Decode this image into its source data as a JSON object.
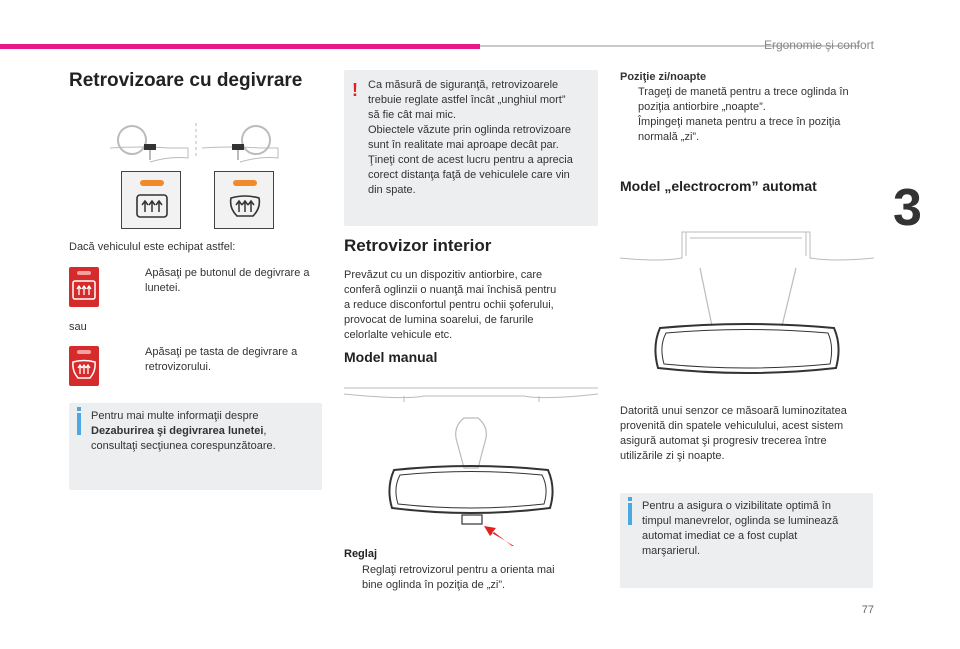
{
  "header": {
    "section_title": "Ergonomie şi confort",
    "chapter_number": "3",
    "page_number": "77"
  },
  "colors": {
    "accent": "#e8178a",
    "warning": "#e32020",
    "info": "#4ba8e0",
    "icon_red": "#d52b2b"
  },
  "left": {
    "title": "Retrovizoare cu degivrare",
    "intro": "Dacă vehiculul este echipat astfel:",
    "bullet_char": "",
    "item1": "Apăsaţi pe butonul de degivrare a lunetei.",
    "or": "sau",
    "item2": "Apăsaţi pe tasta de degivrare a retrovizorului.",
    "note_line1": "Pentru mai multe informaţii despre",
    "note_bold": "Dezaburirea şi degivrarea lunetei",
    "note_comma": ",",
    "note_line3": "consultaţi secţiunea corespunzătoare."
  },
  "middle": {
    "warning_lines": [
      "Ca măsură de siguranţă, retrovizoarele",
      "trebuie reglate astfel încât „unghiul mort”",
      "să fie cât mai mic.",
      "Obiectele văzute prin oglinda retrovizoare",
      "sunt în realitate mai aproape decât par.",
      "Ţineţi cont de acest lucru pentru a aprecia",
      "corect distanţa faţă de vehiculele care vin",
      "din spate."
    ],
    "title": "Retrovizor interior",
    "desc_lines": [
      "Prevăzut cu un dispozitiv antiorbire, care",
      "conferă oglinzii o nuanţă mai închisă pentru",
      "a reduce disconfortul pentru ochii şoferului,",
      "provocat de lumina soarelui, de farurile",
      "celorlalte vehicule etc."
    ],
    "manual_title": "Model manual",
    "adjust_title": "Reglaj",
    "adjust_line1": "Reglaţi retrovizorul pentru a orienta mai",
    "adjust_line2": "bine oglinda în poziţia de „zi”."
  },
  "right": {
    "pos_title": "Poziţie zi/noapte",
    "pos_item1_l1": "Trageţi de manetă pentru a trece oglinda în",
    "pos_item1_l2": "poziţia antiorbire „noapte”.",
    "pos_item2_l1": "Împingeţi maneta pentru a trece în poziţia",
    "pos_item2_l2": "normală „zi”.",
    "auto_title": "Model „electrocrom” automat",
    "auto_lines": [
      "Datorită unui senzor ce măsoară luminozitatea",
      "provenită din spatele vehiculului, acest sistem",
      "asigură automat şi progresiv trecerea între",
      "utilizările zi şi noapte."
    ],
    "note_lines": [
      "Pentru a asigura o vizibilitate optimă în",
      "timpul manevrelor, oglinda se luminează",
      "automat imediat ce a fost cuplat",
      "marşarierul."
    ]
  }
}
